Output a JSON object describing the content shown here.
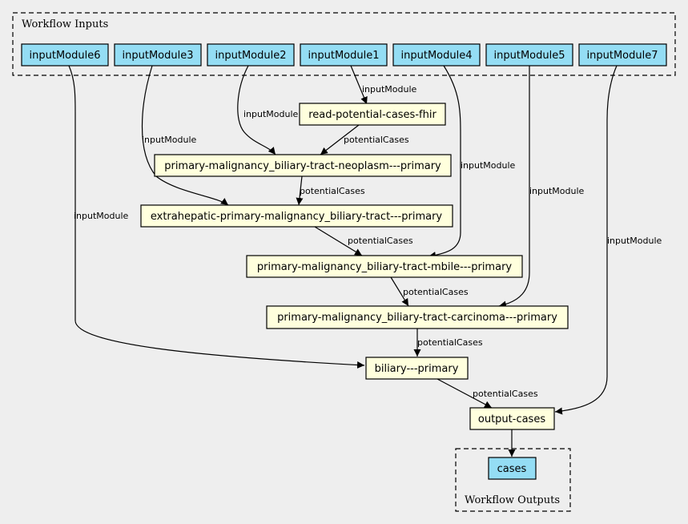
{
  "clusters": {
    "inputs_label": "Workflow Inputs",
    "outputs_label": "Workflow Outputs"
  },
  "colors": {
    "input_node": "#94ddf4",
    "step_node": "#ffffdd",
    "background": "#eeeeee"
  },
  "nodes": {
    "inputModule6": "inputModule6",
    "inputModule3": "inputModule3",
    "inputModule2": "inputModule2",
    "inputModule1": "inputModule1",
    "inputModule4": "inputModule4",
    "inputModule5": "inputModule5",
    "inputModule7": "inputModule7",
    "read_potential_cases_fhir": "read-potential-cases-fhir",
    "neoplasm_primary": "primary-malignancy_biliary-tract-neoplasm---primary",
    "extrahepatic_primary": "extrahepatic-primary-malignancy_biliary-tract---primary",
    "mbile_primary": "primary-malignancy_biliary-tract-mbile---primary",
    "carcinoma_primary": "primary-malignancy_biliary-tract-carcinoma---primary",
    "biliary_primary": "biliary---primary",
    "output_cases": "output-cases",
    "cases": "cases"
  },
  "edge_labels": {
    "input_module": "inputModule",
    "potential_cases": "potentialCases"
  }
}
